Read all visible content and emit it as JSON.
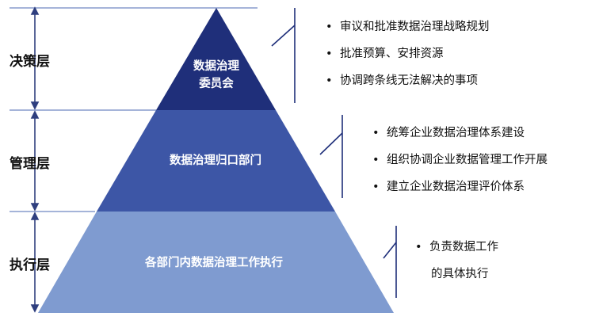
{
  "layers": [
    {
      "name": "决策层",
      "body": "数据治理\n委员会",
      "color": "#1f2f7a",
      "duties": [
        "审议和批准数据治理战略规划",
        "批准预算、安排资源",
        "协调跨条线无法解决的事项"
      ]
    },
    {
      "name": "管理层",
      "body": "数据治理归口部门",
      "color": "#3d56a6",
      "duties": [
        "统筹企业数据治理体系建设",
        "组织协调企业数据管理工作开展",
        "建立企业数据治理评价体系"
      ]
    },
    {
      "name": "执行层",
      "body": "各部门内数据治理工作执行",
      "color": "#7f9bd0",
      "duties": [
        "负责数据工作",
        "的具体执行"
      ]
    }
  ],
  "colors": {
    "axis": "#2f3f7f",
    "guide": "#6f86c2",
    "bracket": "#1f2f7a"
  }
}
